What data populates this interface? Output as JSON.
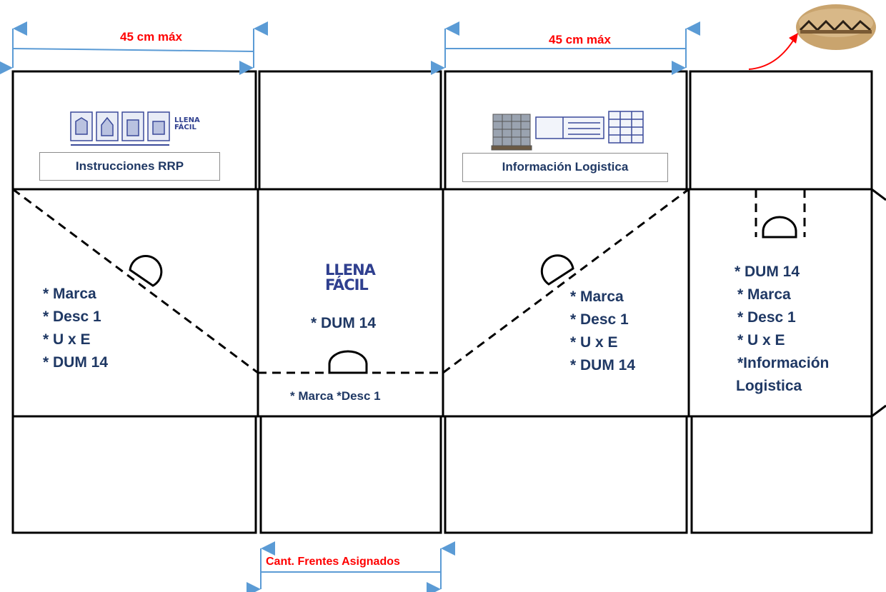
{
  "dimensions": {
    "width_left": "45 cm máx",
    "width_right": "45 cm máx",
    "bottom": "Cant. Frentes Asignados"
  },
  "top_flaps": {
    "instructions_label": "Instrucciones RRP",
    "logistics_label": "Información  Logistica",
    "brand_small_line1": "LLENA",
    "brand_small_line2": "FÁCIL"
  },
  "panels": {
    "panel1": [
      "* Marca",
      "* Desc 1",
      "* U x E",
      "* DUM 14"
    ],
    "panel2": {
      "brand_line1": "LLENA",
      "brand_line2": "FÁCIL",
      "dum": "* DUM 14",
      "bottom": "* Marca *Desc 1"
    },
    "panel3": [
      "* Marca",
      "* Desc 1",
      "* U x E",
      "* DUM 14"
    ],
    "panel4": [
      "* DUM 14",
      "* Marca",
      "* Desc 1",
      "* U x E",
      "*Información",
      "Logistica"
    ]
  },
  "icons": [
    "arrow-icon",
    "handle-cutout-icon",
    "carton-sample-icon",
    "pallet-icon",
    "label-doc-icon",
    "box-steps-icon"
  ],
  "colors": {
    "text_navy": "#1f3864",
    "dimension_red": "#ff0000",
    "arrow_blue": "#5b9bd5",
    "outline": "#000000"
  }
}
